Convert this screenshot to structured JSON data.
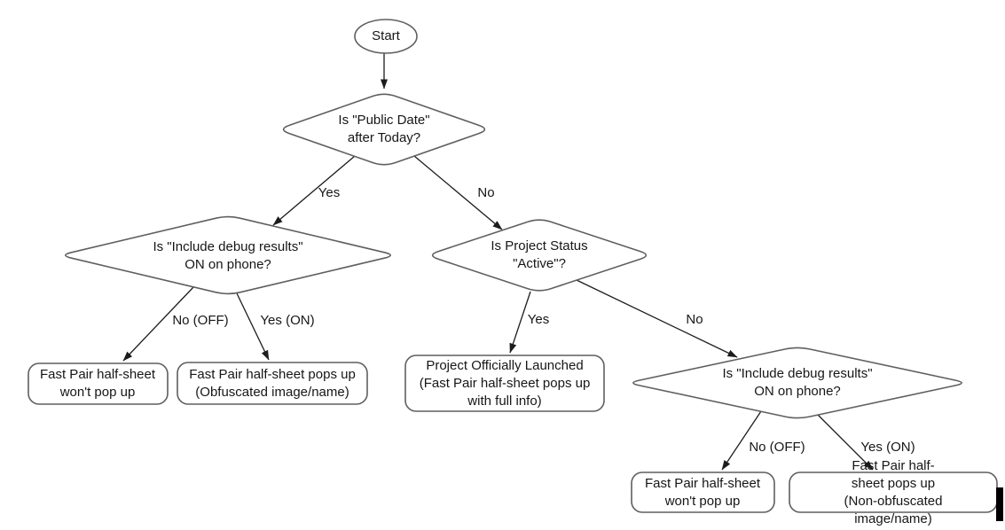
{
  "colors": {
    "background": "#ffffff",
    "shape_outline": "#5f5f5f",
    "arrow": "#1c1c1c",
    "text": "#161616",
    "cursor_bar": "#000000"
  },
  "flowchart": {
    "start": {
      "label": "Start"
    },
    "decisions": {
      "public_date": {
        "label": "Is \"Public Date\"\nafter Today?"
      },
      "debug_left": {
        "label": "Is \"Include debug results\"\nON on phone?"
      },
      "project_status": {
        "label": "Is Project Status\n\"Active\"?"
      },
      "debug_right": {
        "label": "Is \"Include debug results\"\nON on phone?"
      }
    },
    "results": {
      "no_popup_left": {
        "label": "Fast Pair half-sheet\nwon't pop up"
      },
      "obfuscated": {
        "label": "Fast Pair half-sheet pops up\n(Obfuscated image/name)"
      },
      "launched": {
        "label": "Project Officially Launched\n(Fast Pair half-sheet pops up\nwith full info)"
      },
      "no_popup_right": {
        "label": "Fast Pair half-sheet\nwon't pop up"
      },
      "non_obfuscated": {
        "label": "Fast Pair half-sheet pops up\n(Non-obfuscated image/name)"
      }
    },
    "edge_labels": {
      "public_date_yes": "Yes",
      "public_date_no": "No",
      "debug_left_no": "No (OFF)",
      "debug_left_yes": "Yes (ON)",
      "project_status_yes": "Yes",
      "project_status_no": "No",
      "debug_right_no": "No (OFF)",
      "debug_right_yes": "Yes (ON)"
    }
  }
}
